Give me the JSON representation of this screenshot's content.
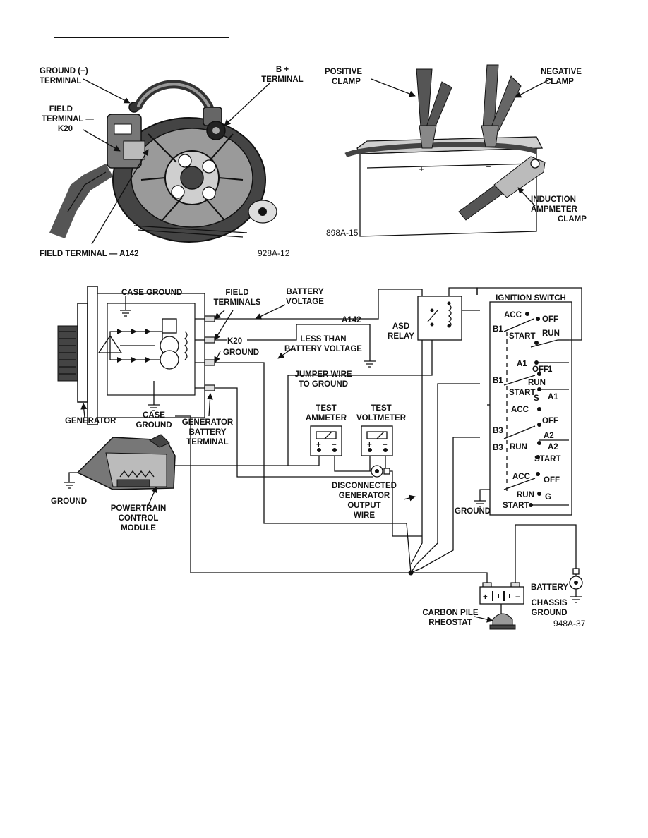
{
  "fig1": {
    "ground_terminal": [
      "GROUND (−)",
      "TERMINAL"
    ],
    "field_terminal_k20": [
      "FIELD",
      "TERMINAL —",
      "K20"
    ],
    "b_plus_terminal": [
      "B +",
      "TERMINAL"
    ],
    "field_terminal_a142": "FIELD TERMINAL — A142",
    "fig_code": "928A-12"
  },
  "fig2": {
    "positive_clamp": [
      "POSITIVE",
      "CLAMP"
    ],
    "negative_clamp": [
      "NEGATIVE",
      "CLAMP"
    ],
    "induction_clamp": [
      "INDUCTION",
      "AMPMETER",
      "CLAMP"
    ],
    "fig_code": "898A-15",
    "plus": "+",
    "minus": "−"
  },
  "fig3": {
    "case_ground_top": "CASE GROUND",
    "field_terminals": [
      "FIELD",
      "TERMINALS"
    ],
    "battery_voltage": [
      "BATTERY",
      "VOLTAGE"
    ],
    "wire_a142": "A142",
    "wire_k20": "K20",
    "ground": "GROUND",
    "less_than": [
      "LESS THAN",
      "BATTERY VOLTAGE"
    ],
    "jumper": [
      "JUMPER WIRE",
      "TO GROUND"
    ],
    "asd_relay": [
      "ASD",
      "RELAY"
    ],
    "ignition_switch": "IGNITION SWITCH",
    "generator": "GENERATOR",
    "case_ground_bottom": [
      "CASE",
      "GROUND"
    ],
    "generator_battery_terminal": [
      "GENERATOR",
      "BATTERY",
      "TERMINAL"
    ],
    "test_ammeter": [
      "TEST",
      "AMMETER"
    ],
    "test_voltmeter": [
      "TEST",
      "VOLTMETER"
    ],
    "disconnected": [
      "DISCONNECTED",
      "GENERATOR",
      "OUTPUT",
      "WIRE"
    ],
    "ground_left": "GROUND",
    "pcm": [
      "POWERTRAIN",
      "CONTROL",
      "MODULE"
    ],
    "ground_switch": "GROUND",
    "battery": "BATTERY",
    "chassis_ground": [
      "CHASSIS",
      "GROUND"
    ],
    "carbon_pile": [
      "CARBON PILE",
      "RHEOSTAT"
    ],
    "fig_code": "948A-37",
    "switch": {
      "acc1": "ACC",
      "off1": "OFF",
      "b1a": "B1",
      "run1": "RUN",
      "start1": "START",
      "a1": "A1",
      "off2": "OFF",
      "one": "1",
      "b1b": "B1",
      "run2": "RUN",
      "start2": "START",
      "a1b": "A1",
      "s": "S",
      "acc2": "ACC",
      "b3a": "B3",
      "off3": "OFF",
      "a2a": "A2",
      "b3b": "B3",
      "run3": "RUN",
      "a2b": "A2",
      "start3": "START",
      "acc3": "ACC",
      "off4": "OFF",
      "run4": "RUN",
      "g": "G",
      "start4": "START"
    },
    "meter_plus": "+",
    "meter_minus": "−"
  }
}
